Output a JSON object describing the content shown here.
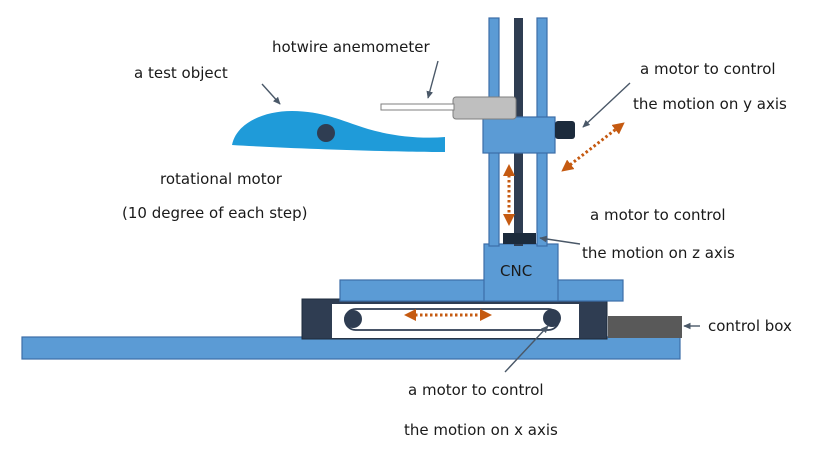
{
  "labels": {
    "test_object": "a test object",
    "anemometer": "hotwire anemometer",
    "rot_motor_line1": "rotational motor",
    "rot_motor_line2": "(10 degree of each step)",
    "y_motor_line1": "a motor to control",
    "y_motor_line2": "the motion on y axis",
    "z_motor_line1": "a motor to control",
    "z_motor_line2": "the motion on z axis",
    "cnc": "CNC",
    "control_box": "control box",
    "x_motor_line1": "a motor to control",
    "x_motor_line2": "the motion on x axis"
  },
  "colors": {
    "frame_blue": "#5b9bd5",
    "airfoil_blue": "#1f9bd9",
    "dark_navy": "#2f3d52",
    "motor_dark": "#1c2b3c",
    "arrow_orange": "#c55a11",
    "box_gray": "#595959",
    "probe_gray": "#bfbfbf"
  },
  "icons": {
    "airfoil": "airfoil-shape",
    "probe": "hotwire-probe",
    "belt": "conveyor-belt",
    "double_arrow": "dotted-double-arrow"
  }
}
